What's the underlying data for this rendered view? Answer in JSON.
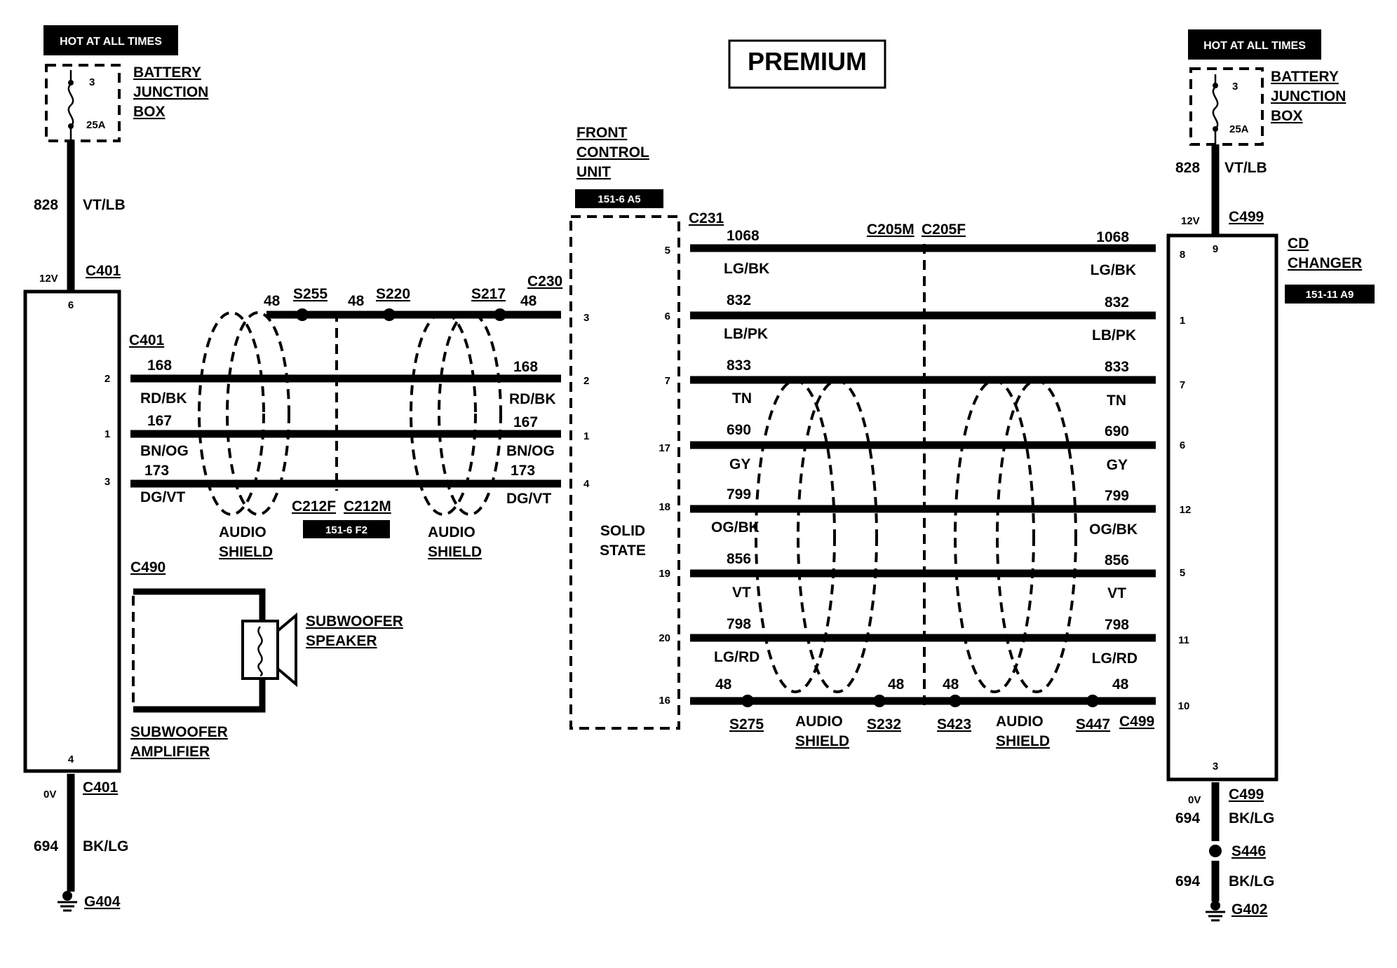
{
  "title": "PREMIUM",
  "hot_left": "HOT AT ALL TIMES",
  "hot_right": "HOT AT ALL TIMES",
  "bjb": {
    "line1": "BATTERY",
    "line2": "JUNCTION",
    "line3": "BOX",
    "fuse_num": "3",
    "fuse_amp": "25A"
  },
  "feed": {
    "circuit": "828",
    "color": "VT/LB",
    "volts": "12V"
  },
  "ground": {
    "volts": "0V",
    "circuit": "694",
    "color": "BK/LG"
  },
  "amp": {
    "conn": "C401",
    "pin_top": "6",
    "pin_bottom": "4",
    "pins": [
      "2",
      "1",
      "3"
    ],
    "label1": "SUBWOOFER",
    "label2": "AMPLIFIER",
    "ground_conn": "C401",
    "ground_ref": "G404"
  },
  "c401_label": "C401",
  "wires_left": [
    {
      "circuit": "168",
      "color": "RD/BK"
    },
    {
      "circuit": "167",
      "color": "BN/OG"
    },
    {
      "circuit": "173",
      "color": "DG/VT"
    }
  ],
  "drain_left": {
    "circuit": "48",
    "splices": [
      "S255",
      "S220",
      "S217"
    ]
  },
  "c230": "C230",
  "c212f": "C212F",
  "c212m": "C212M",
  "ref_c212": "151-6 F2",
  "audio_shield": {
    "line1": "AUDIO",
    "line2": "SHIELD"
  },
  "subwoofer": {
    "conn": "C490",
    "line1": "SUBWOOFER",
    "line2": "SPEAKER"
  },
  "fcu": {
    "line1": "FRONT",
    "line2": "CONTROL",
    "line3": "UNIT",
    "ref": "151-6 A5",
    "left_pins": [
      "3",
      "2",
      "1",
      "4"
    ],
    "right_pins": [
      "5",
      "6",
      "7",
      "17",
      "18",
      "19",
      "20",
      "16"
    ],
    "ss1": "SOLID",
    "ss2": "STATE",
    "conn": "C231"
  },
  "c205m": "C205M",
  "c205f": "C205F",
  "wires_right": [
    {
      "circuit": "1068",
      "color": "LG/BK"
    },
    {
      "circuit": "832",
      "color": "LB/PK"
    },
    {
      "circuit": "833",
      "color": "TN"
    },
    {
      "circuit": "690",
      "color": "GY"
    },
    {
      "circuit": "799",
      "color": "OG/BK"
    },
    {
      "circuit": "856",
      "color": "VT"
    },
    {
      "circuit": "798",
      "color": "LG/RD"
    }
  ],
  "drain_right": {
    "circuit": "48",
    "splices": [
      "S275",
      "S232",
      "S423",
      "S447"
    ]
  },
  "cd": {
    "line1": "CD",
    "line2": "CHANGER",
    "ref": "151-11 A9",
    "conn": "C499",
    "pin_top": "9",
    "pin_bottom": "3",
    "pins": [
      "8",
      "1",
      "7",
      "6",
      "12",
      "5",
      "11",
      "10"
    ],
    "ground_conn": "C499",
    "ground_splice": "S446",
    "ground_ref": "G402"
  }
}
